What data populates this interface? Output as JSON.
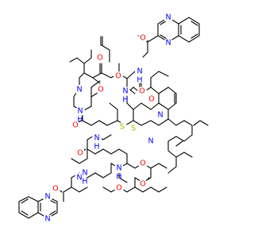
{
  "diagram": {
    "type": "chemical-structure",
    "colors": {
      "bond": "#000000",
      "O": "#ff0000",
      "N": "#0000ff",
      "S": "#b2b200"
    },
    "atom_labels": [
      {
        "id": "o1",
        "text": "O"
      },
      {
        "id": "o2",
        "text": "O"
      },
      {
        "id": "o3",
        "text": "O"
      },
      {
        "id": "o4",
        "text": "O"
      },
      {
        "id": "o5",
        "text": "O"
      },
      {
        "id": "o6",
        "text": "O"
      },
      {
        "id": "o7",
        "text": "O"
      },
      {
        "id": "o8",
        "text": "O"
      },
      {
        "id": "o9",
        "text": "O"
      },
      {
        "id": "o10",
        "text": "O"
      },
      {
        "id": "o11",
        "text": "O"
      },
      {
        "id": "o12",
        "text": "O"
      },
      {
        "id": "n1",
        "text": "N"
      },
      {
        "id": "n2",
        "text": "N"
      },
      {
        "id": "n3",
        "text": "N"
      },
      {
        "id": "n4",
        "text": "N"
      },
      {
        "id": "n5",
        "text": "N"
      },
      {
        "id": "n6",
        "text": "N"
      },
      {
        "id": "n7",
        "text": "N"
      },
      {
        "id": "n8",
        "text": "N"
      },
      {
        "id": "n9",
        "text": "N"
      },
      {
        "id": "n10",
        "text": "N"
      },
      {
        "id": "n11",
        "text": "N"
      },
      {
        "id": "n12",
        "text": "N"
      },
      {
        "id": "n13",
        "text": "N"
      },
      {
        "id": "n14",
        "text": "N"
      },
      {
        "id": "nh1",
        "text": "H"
      },
      {
        "id": "nh2",
        "text": "H"
      },
      {
        "id": "nh3",
        "text": "H"
      },
      {
        "id": "nh4",
        "text": "H"
      },
      {
        "id": "nh5",
        "text": "H"
      },
      {
        "id": "nh6",
        "text": "H"
      },
      {
        "id": "s1",
        "text": "S"
      },
      {
        "id": "s2",
        "text": "S"
      }
    ]
  }
}
